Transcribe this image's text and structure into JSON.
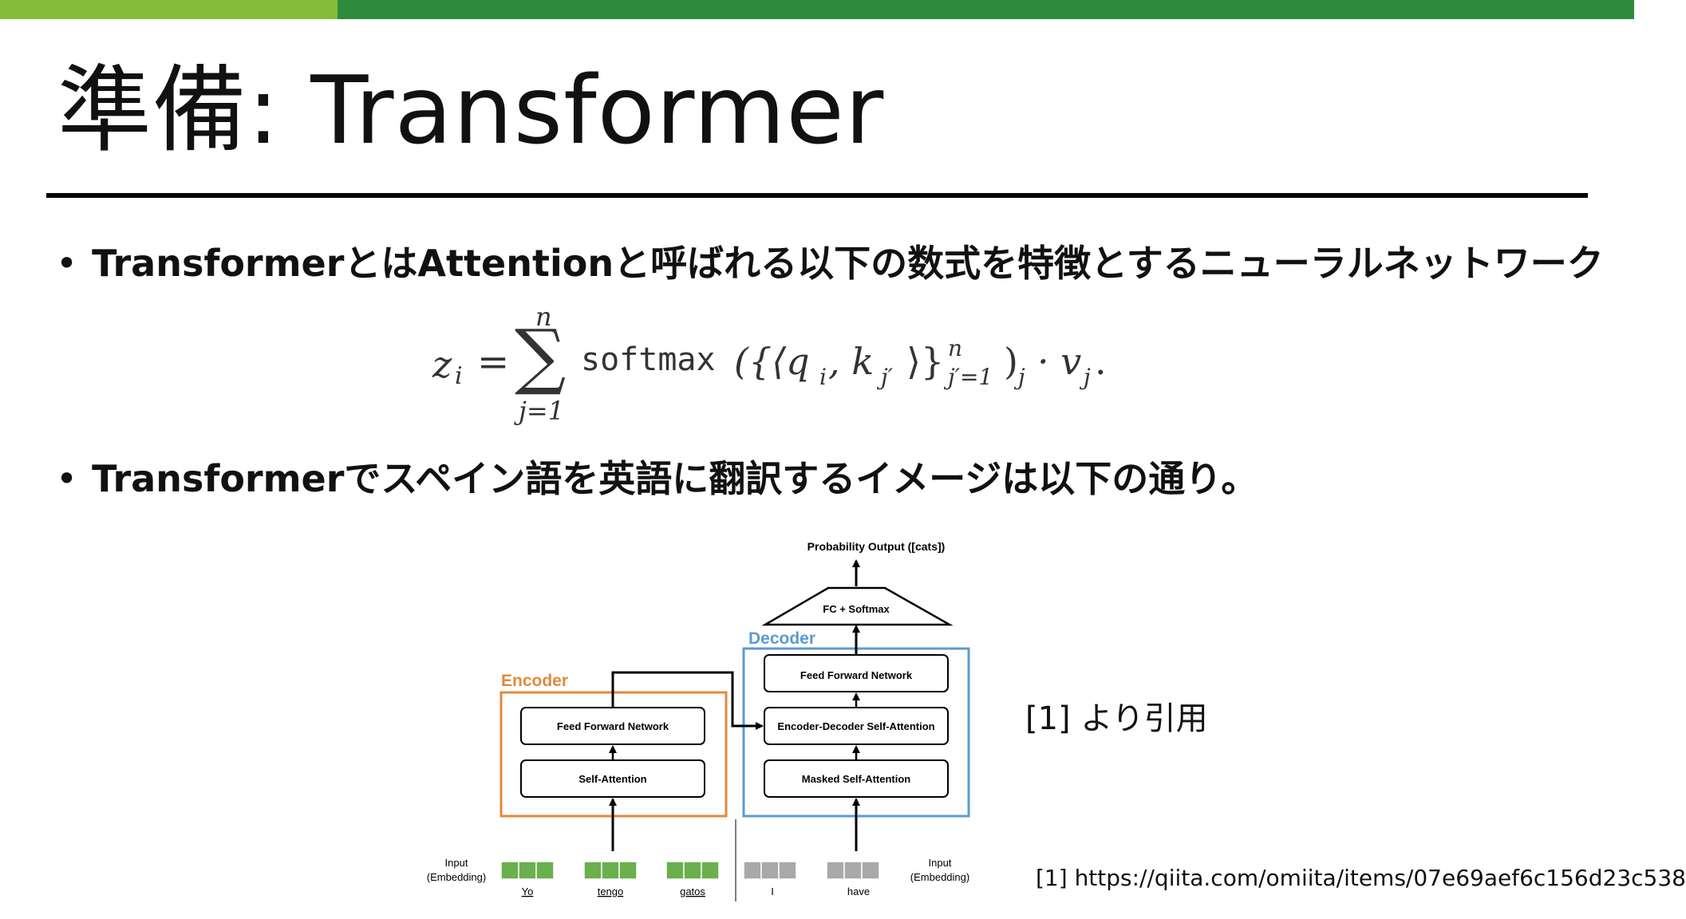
{
  "colors": {
    "bar_light": "#84bd3a",
    "bar_dark": "#2e8b3e",
    "encoder": "#e08a3c",
    "decoder": "#5b9bd0",
    "token_green": "#6ab04c",
    "token_gray": "#a9a9a9"
  },
  "slide": {
    "title": "準備: Transformer",
    "bullets": [
      "TransformerとはAttentionと呼ばれる以下の数式を特徴とするニューラルネットワーク",
      "Transformerでスペイン語を英語に翻訳するイメージは以下の通り。"
    ],
    "formula": {
      "lhs": "z",
      "lhs_sub": "i",
      "equals": "=",
      "sum_symbol": "∑",
      "sum_upper": "n",
      "sum_lower": "j=1",
      "func": "softmax",
      "body": "({⟨q",
      "q_sub": "i",
      "comma_k": ", k",
      "k_sub": "j′",
      "close": "⟩}",
      "range_sup": "n",
      "range_sub": "j′=1",
      "paren_close": ")",
      "paren_sub": "j",
      "dot_v": "· v",
      "v_sub": "j",
      "period": "."
    },
    "citation": "[1] より引用",
    "reference": "[1] https://qiita.com/omiita/items/07e69aef6c156d23c538"
  },
  "diagram": {
    "output_label": "Probability Output ([cats])",
    "fc_label": "FC + Softmax",
    "decoder_label": "Decoder",
    "encoder_label": "Encoder",
    "encoder_blocks": [
      "Feed Forward Network",
      "Self-Attention"
    ],
    "decoder_blocks": [
      "Feed Forward Network",
      "Encoder-Decoder Self-Attention",
      "Masked Self-Attention"
    ],
    "input_label_left": [
      "Input",
      "(Embedding)"
    ],
    "input_label_right": [
      "Input",
      "(Embedding)"
    ],
    "source_tokens": [
      "Yo",
      "tengo",
      "gatos"
    ],
    "target_tokens": [
      "I",
      "have"
    ]
  }
}
